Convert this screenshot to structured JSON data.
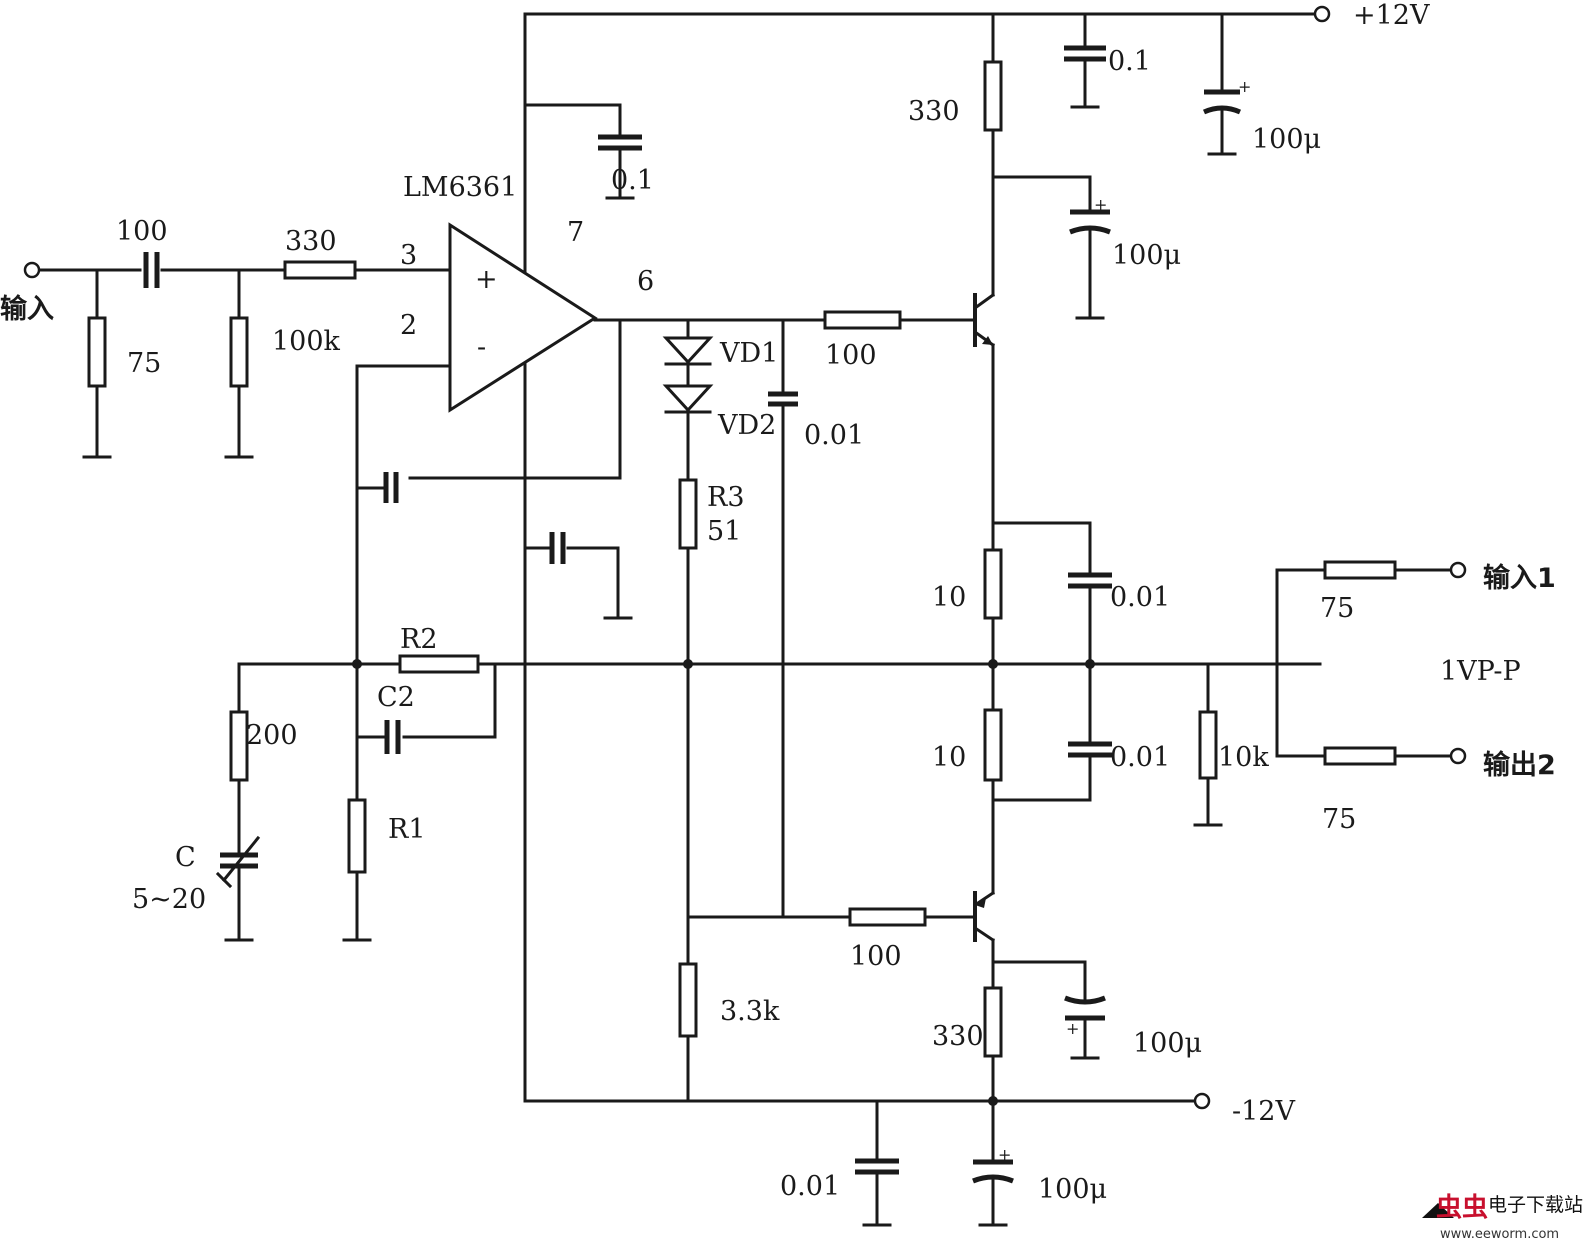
{
  "opamp": {
    "name": "LM6361",
    "pin_plus_in": "3",
    "pin_minus_in": "2",
    "pin_out": "6",
    "pin_vplus": "7",
    "plus_sign": "+",
    "minus_sign": "-"
  },
  "supply": {
    "positive": "+12V",
    "negative": "-12V"
  },
  "input": {
    "label": "输入",
    "r_shunt": "75",
    "c_series": "100",
    "r_series": "330",
    "r_bias": "100k"
  },
  "feedback": {
    "r1": "R1",
    "r2": "R2",
    "c2": "C2",
    "r_comp": "200",
    "c_trim": "C",
    "c_trim_range": "5~20"
  },
  "bias": {
    "vd1": "VD1",
    "vd2": "VD2",
    "r3": "R3",
    "r3_value": "51",
    "c_bypass": "0.01",
    "r_bottom": "3.3k"
  },
  "upper_stage": {
    "r_top": "330",
    "c_dec1": "0.1",
    "c_elec1": "100μ",
    "c_elec2": "100μ",
    "r_base": "100",
    "c_opamp": "0.1"
  },
  "lower_stage": {
    "r_base": "100",
    "r_bottom": "330",
    "c_elec": "100μ"
  },
  "output": {
    "r_e1": "10",
    "r_e2": "10",
    "c_e1": "0.01",
    "c_e2": "0.01",
    "r_load": "10k",
    "r_out1": "75",
    "r_out2": "75",
    "out1": "输入1",
    "out2": "输出2",
    "level": "1VP-P"
  },
  "rail_neg": {
    "c_film": "0.01",
    "c_elec": "100μ"
  },
  "watermark": {
    "logo": "虫虫",
    "site": "电子下载站",
    "url": "www.eeworm.com"
  }
}
